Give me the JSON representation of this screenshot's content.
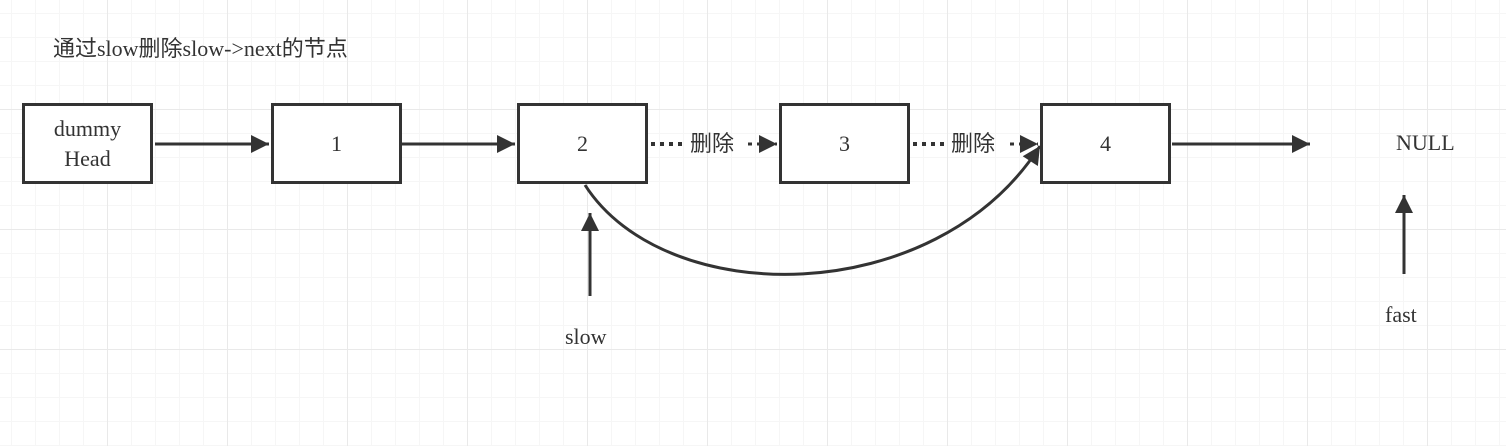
{
  "title": "通过slow删除slow->next的节点",
  "nodes": {
    "dummy_line1": "dummy",
    "dummy_line2": "Head",
    "n1": "1",
    "n2": "2",
    "n3": "3",
    "n4": "4"
  },
  "null_label": "NULL",
  "edge_labels": {
    "delete_2_3": "删除",
    "delete_3_4": "删除"
  },
  "pointers": {
    "slow": "slow",
    "fast": "fast"
  },
  "colors": {
    "stroke": "#333333",
    "arrow_fill": "#333333",
    "grid_major": "#e9e9e9",
    "grid_minor": "#f6f6f6"
  }
}
